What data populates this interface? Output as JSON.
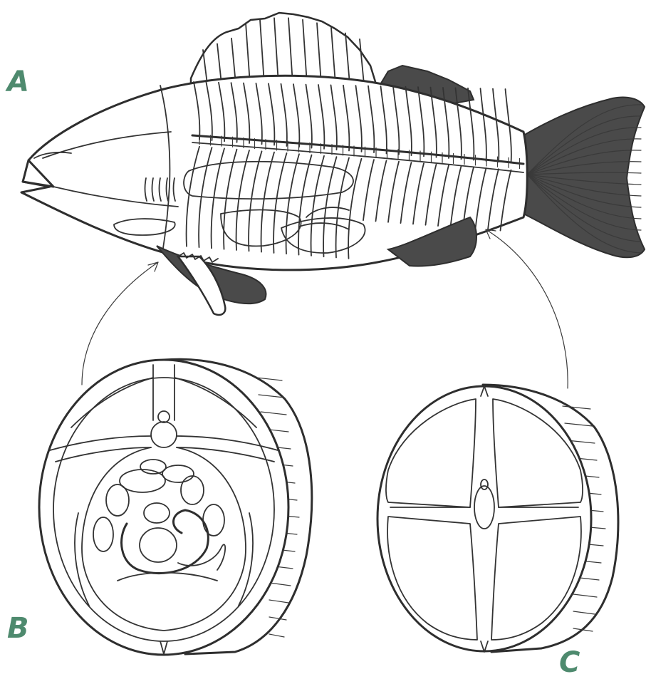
{
  "labels": {
    "a": "A",
    "b": "B",
    "c": "C"
  },
  "colors": {
    "label": "#4e8a6e",
    "ink": "#2e2e2e",
    "background": "#ffffff"
  }
}
